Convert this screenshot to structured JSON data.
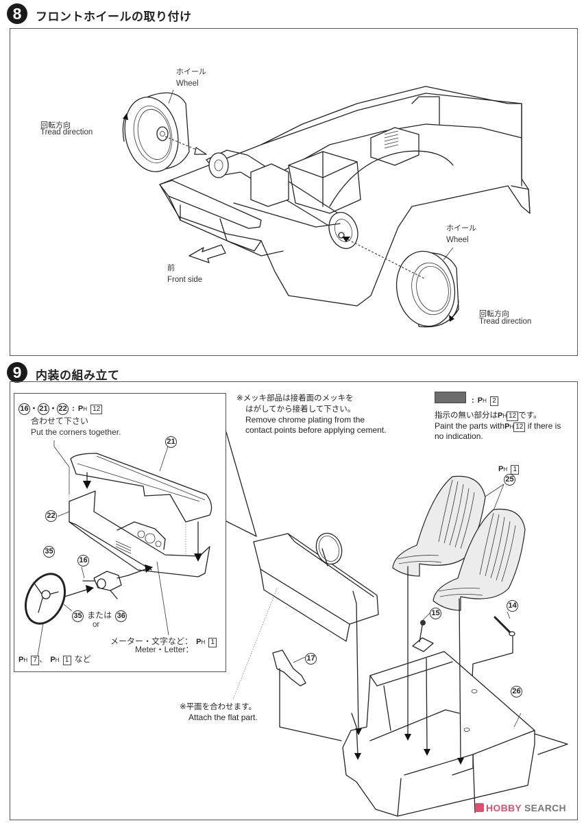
{
  "step8": {
    "number": "8",
    "title": "フロントホイールの取り付け",
    "wheel_left": {
      "jp": "ホイール",
      "en": "Wheel"
    },
    "tread_left": {
      "jp": "回転方向",
      "en": "Tread direction"
    },
    "front": {
      "jp": "前",
      "en": "Front side"
    },
    "wheel_right": {
      "jp": "ホイール",
      "en": "Wheel"
    },
    "tread_right": {
      "jp": "回転方向",
      "en": "Tread direction"
    }
  },
  "step9": {
    "number": "9",
    "title": "内装の組み立て",
    "inset": {
      "parts_paint": {
        "p1": "16",
        "p2": "21",
        "p3": "22",
        "sep": "・",
        "colon": ":",
        "paint_mark": "P",
        "paint_sub": "H",
        "paint_no": "12"
      },
      "corners": {
        "jp": "合わせて下さい",
        "en": "Put the corners together."
      },
      "part_21": "21",
      "part_22": "22",
      "part_35_top": "35",
      "part_16": "16",
      "wheel_choice": {
        "a": "35",
        "mid": "または",
        "b": "36",
        "en": "or"
      },
      "meter": {
        "jp": "メーター・文字など：",
        "en": "Meter・Letter：",
        "paint_mark": "P",
        "paint_sub": "H",
        "paint_no": "1"
      },
      "wheel_paint": {
        "paint_mark": "P",
        "paint_sub": "H",
        "no1": "7",
        "sep": "、",
        "no2": "1",
        "suffix": "など"
      }
    },
    "chrome_note": {
      "jp1": "※メッキ部品は接着面のメッキを",
      "jp2": "はがしてから接着して下さい。",
      "en1": "Remove chrome plating from the",
      "en2": "contact points before applying cement."
    },
    "legend": {
      "swatch_color": "#6d6d6d",
      "colon": ":",
      "paint_mark": "P",
      "paint_sub": "H",
      "swatch_paint_no": "2",
      "jp_pre": "指示の無い部分は",
      "jp_no": "12",
      "jp_post": "です。",
      "en_pre": "Paint the parts with",
      "en_no": "12",
      "en_post": "if there is",
      "en2": "no indication."
    },
    "seats": {
      "paint_mark": "P",
      "paint_sub": "H",
      "paint_no": "1",
      "part": "25"
    },
    "part_15": "15",
    "part_14": "14",
    "part_17": "17",
    "part_26": "26",
    "flat_note": {
      "jp": "※平面を合わせます。",
      "en": "Attach the flat part."
    }
  },
  "watermark": {
    "brand1": "HOBBY",
    "brand2": "SEARCH",
    "color1": "#e0506e",
    "color2": "#777777"
  }
}
